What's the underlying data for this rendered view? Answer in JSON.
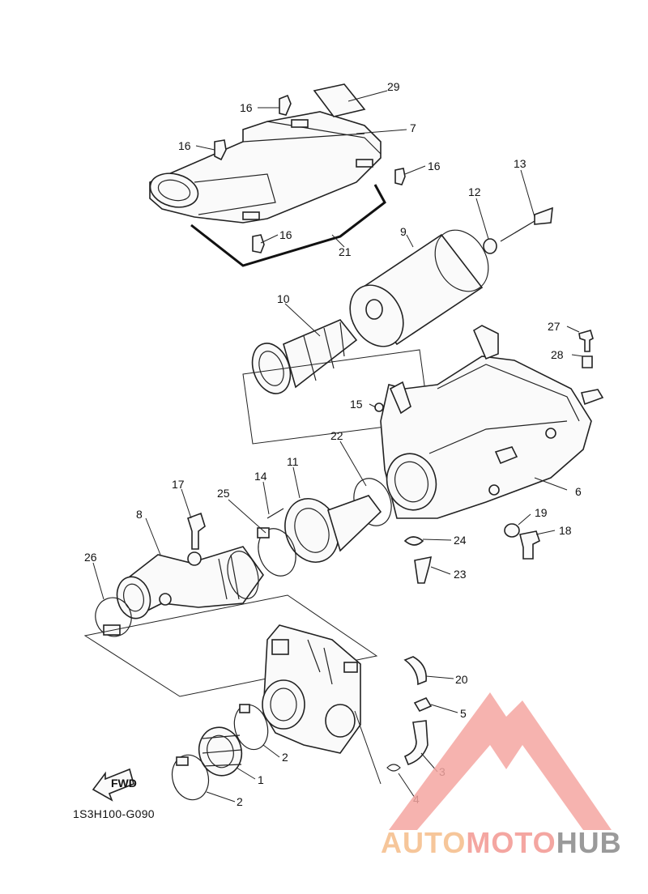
{
  "diagram_code": "1S3H100-G090",
  "fwd_label": "FWD",
  "watermark": {
    "auto": "AUTO",
    "moto": "MOTO",
    "hub": "HUB",
    "color_orange": "#f6c69a",
    "color_pink": "#f4a6a1",
    "color_gray": "#9a9a9a"
  },
  "callouts": {
    "c29": "29",
    "c16a": "16",
    "c7": "7",
    "c16b": "16",
    "c16c": "16",
    "c13": "13",
    "c12": "12",
    "c16d": "16",
    "c21": "21",
    "c9": "9",
    "c10": "10",
    "c27": "27",
    "c28": "28",
    "c15": "15",
    "c22": "22",
    "c17": "17",
    "c14": "14",
    "c11": "11",
    "c6": "6",
    "c25": "25",
    "c8": "8",
    "c19": "19",
    "c18": "18",
    "c24": "24",
    "c26": "26",
    "c23": "23",
    "c20": "20",
    "c5": "5",
    "c2a": "2",
    "c1": "1",
    "c3": "3",
    "c2b": "2",
    "c4": "4"
  }
}
